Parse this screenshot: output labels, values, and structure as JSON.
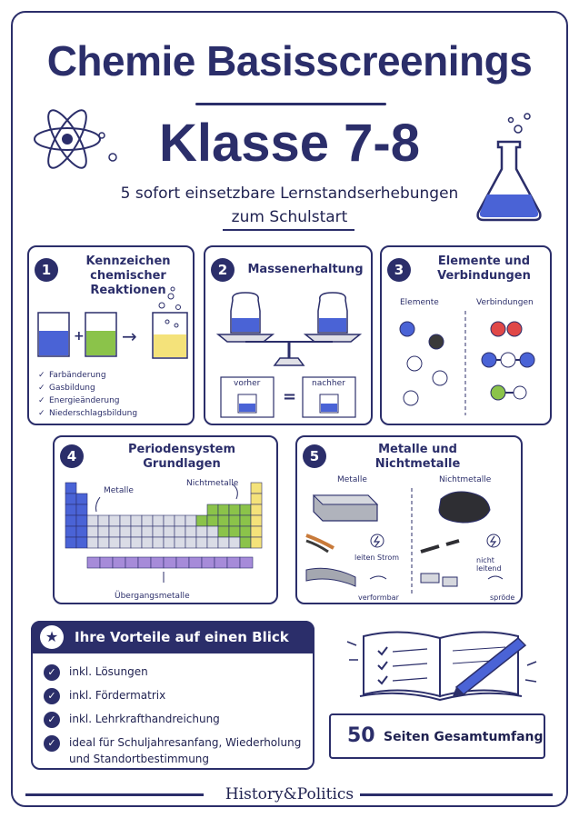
{
  "header": {
    "title": "Chemie Basisscreenings",
    "subtitle": "Klasse 7-8",
    "tagline_1": "5 sofort einsetzbare Lernstandserhebungen",
    "tagline_2": "zum Schulstart"
  },
  "cards": [
    {
      "number": "1",
      "title_1": "Kennzeichen",
      "title_2": "chemischer",
      "title_3": "Reaktionen",
      "plus": "+",
      "arrow": "→",
      "checklist": [
        "Farbänderung",
        "Gasbildung",
        "Energieänderung",
        "Niederschlagsbildung"
      ]
    },
    {
      "number": "2",
      "title": "Massenerhaltung",
      "before": "vorher",
      "equals": "=",
      "after": "nachher"
    },
    {
      "number": "3",
      "title_1": "Elemente und",
      "title_2": "Verbindungen",
      "left_label": "Elemente",
      "right_label": "Verbindungen"
    },
    {
      "number": "4",
      "title_1": "Periodensystem",
      "title_2": "Grundlagen",
      "metals_label": "Metalle",
      "nonmetals_label": "Nichtmetalle",
      "transition_label": "Übergangsmetalle"
    },
    {
      "number": "5",
      "title_1": "Metalle und",
      "title_2": "Nichtmetalle",
      "left_label": "Metalle",
      "right_label": "Nichtmetalle",
      "conductive": "leiten Strom",
      "non_conductive": "nicht leitend",
      "malleable": "verformbar",
      "brittle": "spröde"
    }
  ],
  "benefits": {
    "title": "Ihre Vorteile auf einen Blick",
    "star": "★",
    "check": "✓",
    "items": [
      "inkl. Lösungen",
      "inkl. Fördermatrix",
      "inkl. Lehrkrafthandreichung",
      "ideal für Schuljahresanfang, Wiederholung",
      "und Standortbestimmung"
    ]
  },
  "pages": {
    "count": "50",
    "label": "Seiten Gesamtumfang"
  },
  "footer": {
    "brand": "History&Politics"
  },
  "colors": {
    "navy": "#2b2e6a",
    "blue": "#4a63d6",
    "green": "#8bc34a",
    "yellow": "#f4e27a",
    "purple": "#a68bd9",
    "red": "#e04848"
  }
}
